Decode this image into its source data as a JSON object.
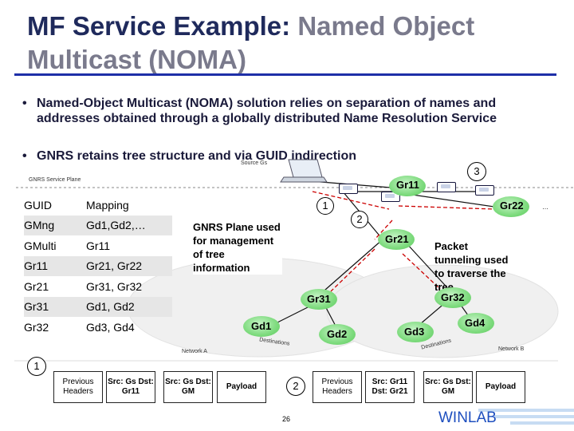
{
  "title": {
    "part1": "MF Service Example: ",
    "part2": "Named Object Multicast (NOMA)"
  },
  "bullets": [
    {
      "dot": "•",
      "text": "Named-Object Multicast (NOMA) solution relies on separation of names and addresses obtained through a globally distributed Name Resolution Service"
    },
    {
      "dot": "•",
      "text": "GNRS retains tree structure and via GUID indirection"
    }
  ],
  "plane_label": "GNRS Service Plane",
  "source_label": "Source Gs",
  "mapping_table": {
    "header": [
      "GUID",
      "Mapping"
    ],
    "rows": [
      [
        "GMng",
        "Gd1,Gd2,…"
      ],
      [
        "GMulti",
        "Gr11"
      ],
      [
        "Gr11",
        "Gr21, Gr22"
      ],
      [
        "Gr21",
        "Gr31, Gr32"
      ],
      [
        "Gr31",
        "Gd1, Gd2"
      ],
      [
        "Gr32",
        "Gd3, Gd4"
      ]
    ]
  },
  "gnrs_note": "GNRS Plane used for management of tree information",
  "tunnel_note": "Packet tunneling used to traverse the tree",
  "nodes": {
    "gr11": "Gr11",
    "gr22": "Gr22",
    "gr21": "Gr21",
    "gr31": "Gr31",
    "gr32": "Gr32",
    "gd1": "Gd1",
    "gd2": "Gd2",
    "gd3": "Gd3",
    "gd4": "Gd4"
  },
  "markers": {
    "one": "1",
    "two": "2",
    "three": "3"
  },
  "destinations_label": "Destinations",
  "network_a": "Network A",
  "network_b": "Network B",
  "ellipsis": "…",
  "packet1": [
    "Previous Headers",
    "Src: Gs Dst: Gr11",
    "Src: Gs Dst: GM",
    "Payload"
  ],
  "packet2": [
    "Previous Headers",
    "Src: Gr11 Dst: Gr21",
    "Src: Gs Dst: GM",
    "Payload"
  ],
  "page_number": "26",
  "logo_text": "WINLAB",
  "colors": {
    "title": "#1f2a5c",
    "title_grey": "#7a7a8c",
    "rule": "#1e2fa8",
    "node_green": "#7edb7e",
    "logo_blue": "#1e4fbf"
  }
}
